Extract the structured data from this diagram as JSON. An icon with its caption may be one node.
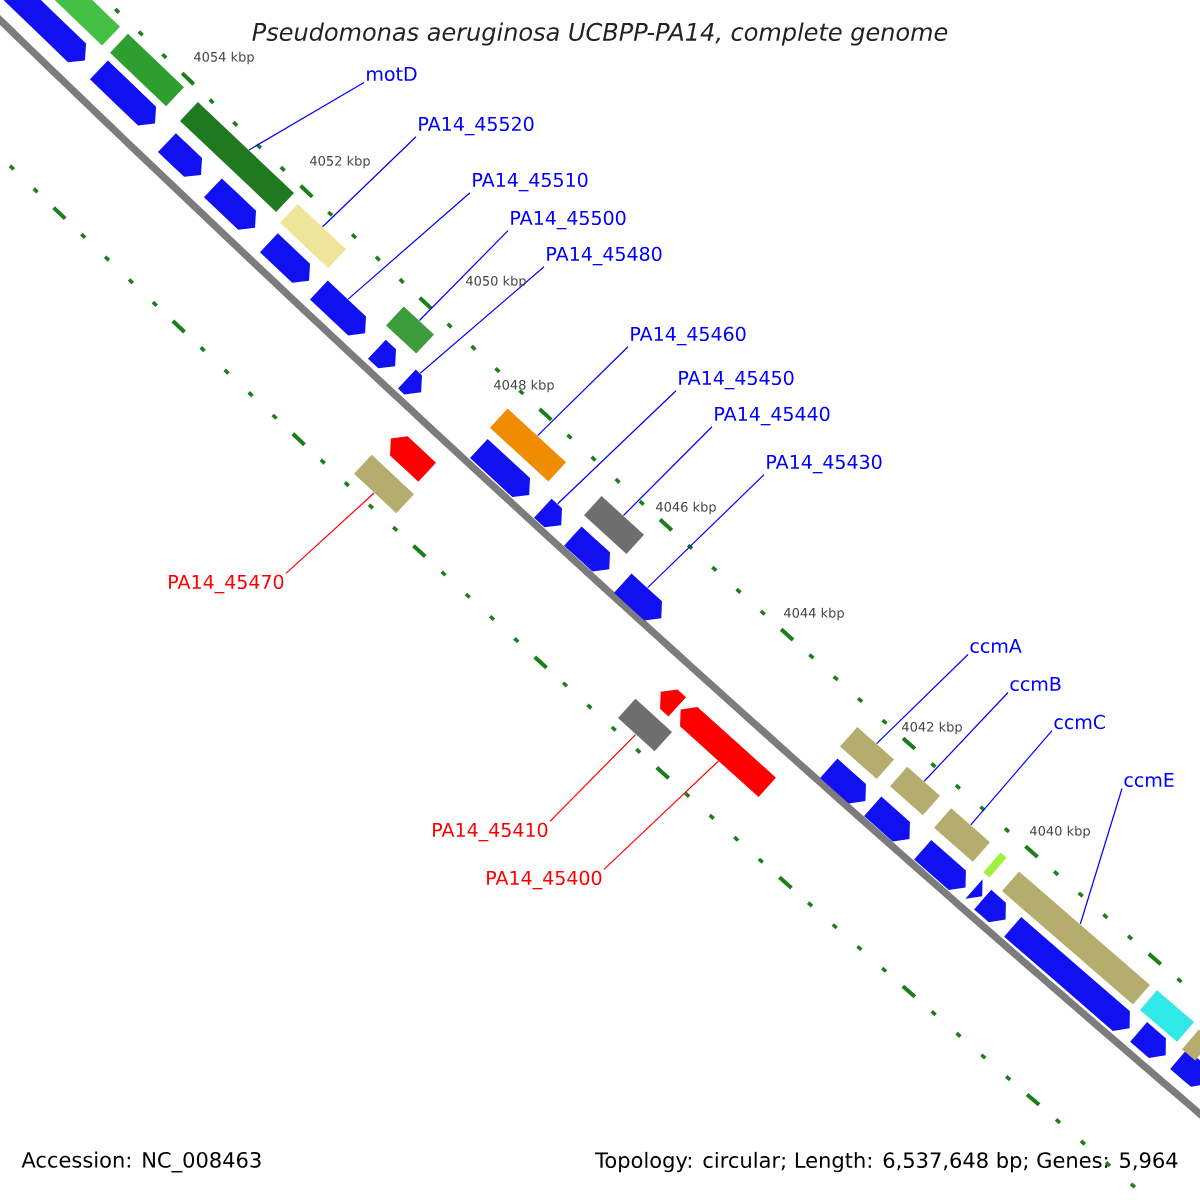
{
  "diagram": {
    "title": "Pseudomonas aeruginosa UCBPP-PA14, complete genome",
    "nodes": [
      {
        "text": [
          "motD"
        ]
      },
      {
        "text": [
          "PA14_45520"
        ]
      },
      {
        "text": [
          "PA14_45510"
        ]
      },
      {
        "text": [
          "PA14_45500"
        ]
      },
      {
        "text": [
          "PA14_45480"
        ]
      },
      {
        "text": [
          "PA14_45460"
        ]
      },
      {
        "text": [
          "PA14_45450"
        ]
      },
      {
        "text": [
          "PA14_45440"
        ]
      },
      {
        "text": [
          "PA14_45430"
        ]
      },
      {
        "text": [
          "PA14_45470"
        ]
      },
      {
        "text": [
          "PA14_45410"
        ]
      },
      {
        "text": [
          "PA14_45400"
        ]
      },
      {
        "text": [
          "ccmA"
        ]
      },
      {
        "text": [
          "ccmB"
        ]
      },
      {
        "text": [
          "ccmC"
        ]
      },
      {
        "text": [
          "ccmE"
        ]
      },
      {
        "text": [],
        "shape": "arrow"
      },
      {
        "text": [],
        "shape": "box"
      },
      {
        "text": [],
        "shape": "arrow"
      },
      {
        "text": [],
        "shape": "box"
      },
      {
        "text": [],
        "shape": "arrow"
      },
      {
        "text": [],
        "shape": "box"
      },
      {
        "text": [],
        "shape": "arrow"
      },
      {
        "text": [],
        "shape": "arrow"
      },
      {
        "text": [],
        "shape": "box"
      },
      {
        "text": [],
        "shape": "arrow"
      },
      {
        "text": [],
        "shape": "box"
      },
      {
        "text": [],
        "shape": "arrow"
      },
      {
        "text": [],
        "shape": "box"
      },
      {
        "text": [],
        "shape": "arrow"
      },
      {
        "text": [],
        "shape": "arrow"
      },
      {
        "text": [],
        "shape": "arrow"
      },
      {
        "text": [],
        "shape": "box"
      },
      {
        "text": [],
        "shape": "arrow"
      },
      {
        "text": [],
        "shape": "arrow"
      },
      {
        "text": [],
        "shape": "box"
      },
      {
        "text": [],
        "shape": "arrow"
      },
      {
        "text": [],
        "shape": "box"
      },
      {
        "text": [],
        "shape": "arrow"
      },
      {
        "text": [],
        "shape": "arrow"
      },
      {
        "text": [],
        "shape": "arrow"
      },
      {
        "text": [],
        "shape": "box"
      },
      {
        "text": [],
        "shape": "arrow"
      },
      {
        "text": [],
        "shape": "box"
      },
      {
        "text": [],
        "shape": "arrow"
      },
      {
        "text": [],
        "shape": "box"
      },
      {
        "text": [],
        "shape": "arrow"
      },
      {
        "text": [],
        "shape": "arrow"
      },
      {
        "text": [],
        "shape": "box"
      },
      {
        "text": [],
        "shape": "arrow"
      },
      {
        "text": [],
        "shape": "box"
      },
      {
        "text": [],
        "shape": "arrow"
      },
      {
        "text": [],
        "shape": "box"
      },
      {
        "text": [],
        "shape": "arrow"
      },
      {
        "text": [],
        "shape": "box"
      }
    ],
    "edges": [
      {
        "from": 0,
        "to": 21,
        "arrow": "none"
      },
      {
        "from": 1,
        "to": 24,
        "arrow": "none"
      },
      {
        "from": 2,
        "to": 25,
        "arrow": "none"
      },
      {
        "from": 3,
        "to": 28,
        "arrow": "none"
      },
      {
        "from": 4,
        "to": 30,
        "arrow": "none"
      },
      {
        "from": 5,
        "to": 32,
        "arrow": "none"
      },
      {
        "from": 6,
        "to": 33,
        "arrow": "none"
      },
      {
        "from": 7,
        "to": 35,
        "arrow": "none"
      },
      {
        "from": 8,
        "to": 36,
        "arrow": "none"
      },
      {
        "from": 9,
        "to": 26,
        "arrow": "none",
        "color": "#ff0000"
      },
      {
        "from": 10,
        "to": 37,
        "arrow": "none",
        "color": "#ff0000"
      },
      {
        "from": 11,
        "to": 39,
        "arrow": "none",
        "color": "#ff0000"
      },
      {
        "from": 12,
        "to": 41,
        "arrow": "none"
      },
      {
        "from": 13,
        "to": 43,
        "arrow": "none"
      },
      {
        "from": 14,
        "to": 45,
        "arrow": "none"
      },
      {
        "from": 15,
        "to": 50,
        "arrow": "none"
      }
    ],
    "labels": [
      "4054 kbp",
      "4052 kbp",
      "4050 kbp",
      "4048 kbp",
      "4046 kbp",
      "4044 kbp",
      "4042 kbp",
      "4040 kbp",
      "Accession: NC_008463",
      "Topology: circular; Length: 6,537,648 bp; Genes: 5,964"
    ]
  }
}
